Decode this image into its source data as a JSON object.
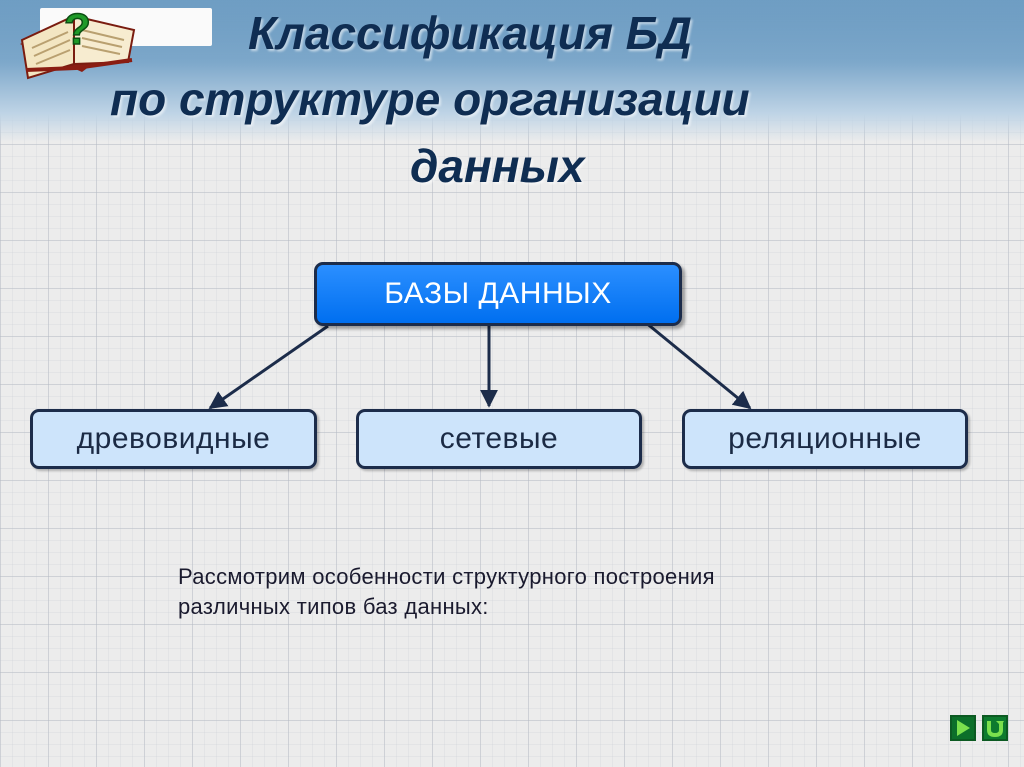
{
  "title": {
    "line1": "Классификация БД",
    "line2": "по  структуре организации",
    "line3": "данных"
  },
  "diagram": {
    "root": {
      "label": "БАЗЫ ДАННЫХ"
    },
    "children": [
      {
        "label": "древовидные"
      },
      {
        "label": "сетевые"
      },
      {
        "label": "реляционные"
      }
    ]
  },
  "note": {
    "line1": "Рассмотрим особенности структурного построения",
    "line2": "различных типов баз данных:"
  },
  "colors": {
    "root_fill": "#0077f2",
    "child_fill": "#cde4fb",
    "border": "#1c2c4a",
    "title": "#0f2d52",
    "nav_button": "#0c6f2a"
  },
  "icons": {
    "header": "book-question-icon",
    "next": "play-arrow-icon",
    "return": "return-arrow-icon"
  }
}
